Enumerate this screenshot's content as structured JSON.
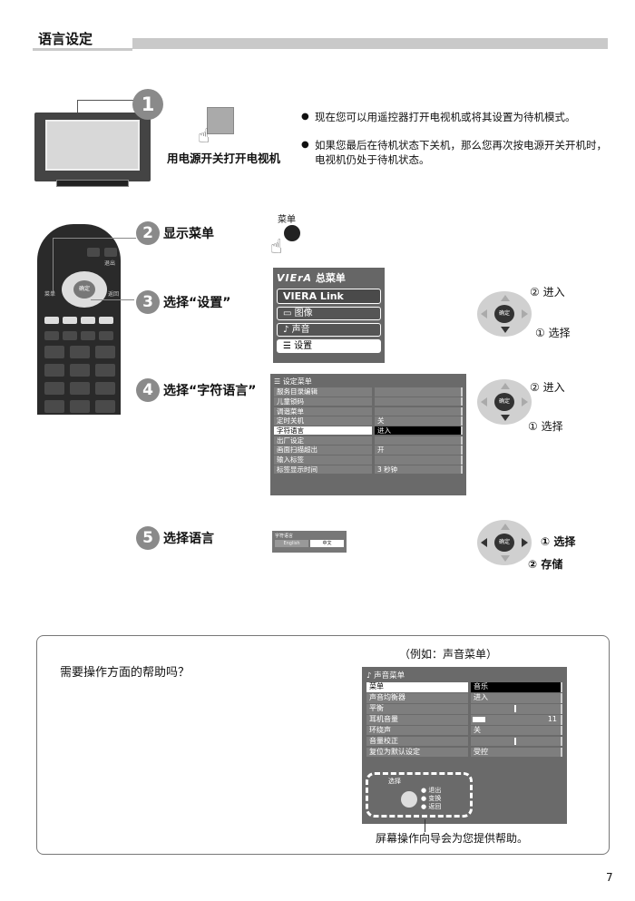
{
  "header": {
    "title": "语言设定"
  },
  "steps": [
    {
      "num": "1",
      "label": "用电源开关打开电视机"
    },
    {
      "num": "2",
      "label": "显示菜单",
      "button": "菜单"
    },
    {
      "num": "3",
      "label": "选择“设置”"
    },
    {
      "num": "4",
      "label": "选择“字符语言”"
    },
    {
      "num": "5",
      "label": "选择语言"
    }
  ],
  "bullets": [
    "现在您可以用遥控器打开电视机或将其设置为待机模式。",
    "如果您最后在待机状态下关机，那么您再次按电源开关开机时，电视机仍处于待机状态。"
  ],
  "remote": {
    "exit": "退出",
    "menu": "菜单",
    "ok": "确定",
    "back": "返回"
  },
  "main_menu": {
    "logo": "VIErA",
    "title": "总菜单",
    "items": [
      "VIERA Link",
      "图像",
      "声音",
      "设置"
    ]
  },
  "setup_menu": {
    "title": "设定菜单",
    "rows": [
      {
        "k": "服务目录编辑",
        "v": ""
      },
      {
        "k": "儿童锁码",
        "v": ""
      },
      {
        "k": "调谐菜单",
        "v": ""
      },
      {
        "k": "定时关机",
        "v": "关"
      },
      {
        "k": "字符语言",
        "v": "进入"
      },
      {
        "k": "出厂设定",
        "v": ""
      },
      {
        "k": "画面扫描超出",
        "v": "开"
      },
      {
        "k": "输入标签",
        "v": ""
      },
      {
        "k": "标签显示时间",
        "v": "3 秒钟"
      }
    ]
  },
  "lang_menu": {
    "title": "字符语言",
    "options": [
      "English",
      "中文"
    ]
  },
  "callouts": {
    "c3_enter": "② 进入",
    "c3_select": "① 选择",
    "c4_enter": "② 进入",
    "c4_select": "① 选择",
    "c5_select": "① 选择",
    "c5_store": "② 存储",
    "ok": "确定"
  },
  "help": {
    "question": "需要操作方面的帮助吗？",
    "example": "（例如：声音菜单）",
    "caption": "屏幕操作向导会为您提供帮助。",
    "sound_menu": {
      "title": "声音菜单",
      "rows": [
        {
          "k": "菜单",
          "v": "音乐"
        },
        {
          "k": "声音均衡器",
          "v": "进入"
        },
        {
          "k": "平衡",
          "v": ""
        },
        {
          "k": "耳机音量",
          "v": "",
          "value": "11"
        },
        {
          "k": "环绕声",
          "v": "关"
        },
        {
          "k": "音量校正",
          "v": ""
        },
        {
          "k": "复位为默认设定",
          "v": "受控"
        }
      ],
      "guide": {
        "select": "选择",
        "exit": "退出",
        "change": "变换",
        "back": "返回"
      }
    }
  },
  "page_number": "7"
}
